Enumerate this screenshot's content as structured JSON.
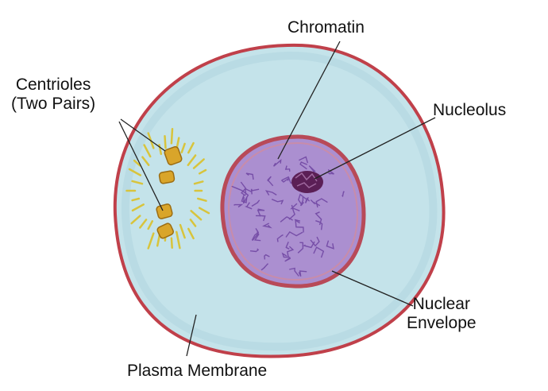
{
  "labels": {
    "chromatin": "Chromatin",
    "centrioles_line1": "Centrioles",
    "centrioles_line2": "(Two Pairs)",
    "nucleolus": "Nucleolus",
    "nuclear_envelope_line1": "Nuclear",
    "nuclear_envelope_line2": "Envelope",
    "plasma_membrane": "Plasma Membrane"
  },
  "colors": {
    "cytoplasm": "#c4e3ea",
    "plasma_membrane": "#c0404a",
    "nuclear_envelope": "#b84a58",
    "nucleoplasm": "#ab8fd0",
    "chromatin": "#6a3f9e",
    "nucleolus": "#5b1f56",
    "centriole": "#d9a52a",
    "aster_ray": "#d8c43c",
    "leader_line": "#222222"
  }
}
